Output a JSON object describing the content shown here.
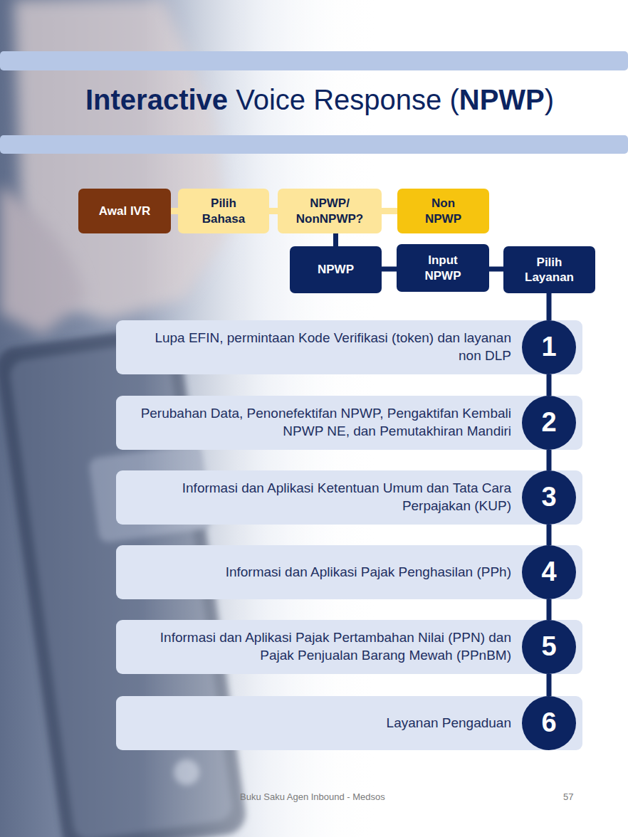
{
  "diagram": {
    "title": "Interactive Voice Response (NPWP)",
    "nodes": [
      {
        "text": [
          "Awal IVR"
        ]
      },
      {
        "text": [
          "Pilih Bahasa"
        ]
      },
      {
        "text": [
          "NPWP/ NonNPWP?"
        ]
      },
      {
        "text": [
          "Non NPWP"
        ]
      },
      {
        "text": [
          "NPWP"
        ]
      },
      {
        "text": [
          "Input NPWP"
        ]
      },
      {
        "text": [
          "Pilih Layanan"
        ]
      },
      {
        "text": [
          "Lupa EFIN, permintaan Kode Verifikasi (token) dan layanan non DLP"
        ]
      },
      {
        "text": [
          "1"
        ],
        "in": 7
      },
      {
        "text": [
          "Perubahan Data, Penonefektifan NPWP, Pengaktifan Kembali NPWP NE, dan Pemutakhiran Mandiri"
        ]
      },
      {
        "text": [
          "2"
        ],
        "in": 9
      },
      {
        "text": [
          "Informasi dan Aplikasi Ketentuan Umum dan Tata Cara Perpajakan (KUP)"
        ]
      },
      {
        "text": [
          "3"
        ],
        "in": 11
      },
      {
        "text": [
          "Informasi dan Aplikasi Pajak Penghasilan (PPh)"
        ]
      },
      {
        "text": [
          "4"
        ],
        "in": 13
      },
      {
        "text": [
          "Informasi dan Aplikasi Pajak Pertambahan Nilai (PPN) dan Pajak Penjualan Barang Mewah (PPnBM)"
        ]
      },
      {
        "text": [
          "5"
        ],
        "in": 15
      },
      {
        "text": [
          "Layanan Pengaduan"
        ]
      },
      {
        "text": [
          "6"
        ],
        "in": 17
      }
    ],
    "edges": [
      {
        "from": 0,
        "to": 1,
        "arrow": "none"
      },
      {
        "from": 1,
        "to": 2,
        "arrow": "none"
      },
      {
        "from": 2,
        "to": 3,
        "arrow": "none"
      },
      {
        "from": 2,
        "to": 4,
        "arrow": "none"
      },
      {
        "from": 4,
        "to": 5,
        "arrow": "none"
      },
      {
        "from": 5,
        "to": 6,
        "arrow": "none"
      },
      {
        "from": 6,
        "to": 8,
        "arrow": "none"
      },
      {
        "from": 8,
        "to": 10,
        "arrow": "none"
      },
      {
        "from": 10,
        "to": 12,
        "arrow": "none"
      },
      {
        "from": 12,
        "to": 14,
        "arrow": "none"
      },
      {
        "from": 14,
        "to": 16,
        "arrow": "none"
      },
      {
        "from": 16,
        "to": 18,
        "arrow": "none"
      }
    ],
    "labels": [
      "Buku Saku Agen Inbound - Medsos",
      "57"
    ]
  }
}
